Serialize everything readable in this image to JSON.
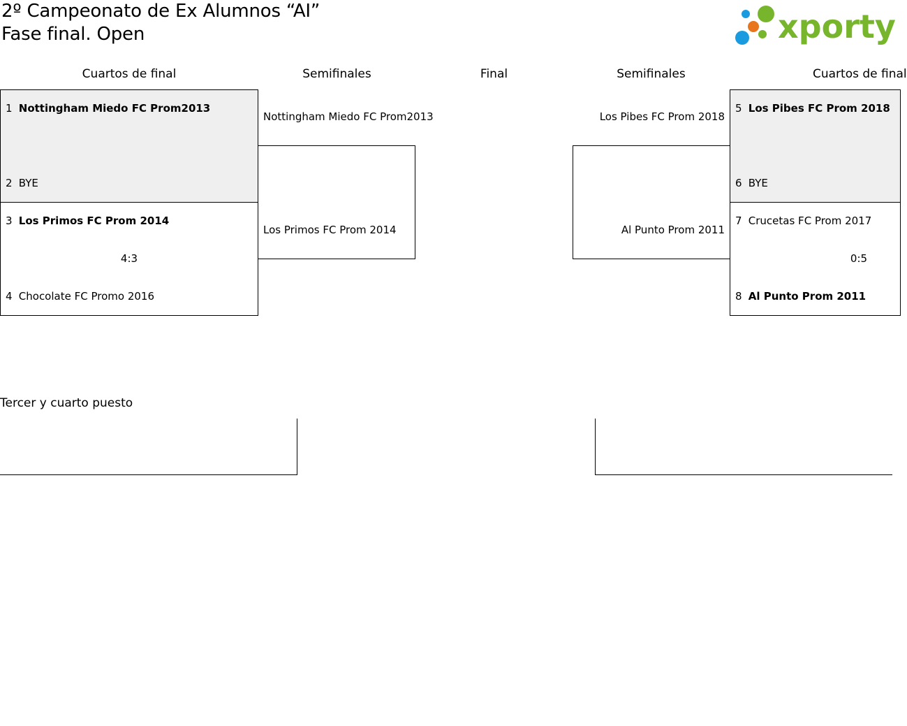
{
  "header": {
    "title_line1": "2º Campeonato de Ex Alumnos “AI”",
    "title_line2": "Fase final. Open",
    "logo_text": "xporty",
    "logo_colors": {
      "green": "#77b52c",
      "blue": "#1a9be0",
      "orange": "#e8741c"
    }
  },
  "rounds": {
    "left_quarters": "Cuartos de final",
    "left_semis": "Semifinales",
    "final": "Final",
    "right_semis": "Semifinales",
    "right_quarters": "Cuartos de final"
  },
  "quarters_left": [
    {
      "top": {
        "seed": "1",
        "name": "Nottingham Miedo FC Prom2013",
        "winner": true
      },
      "bottom": {
        "seed": "2",
        "name": "BYE",
        "winner": false
      },
      "score": ""
    },
    {
      "top": {
        "seed": "3",
        "name": "Los Primos FC Prom 2014",
        "winner": true
      },
      "bottom": {
        "seed": "4",
        "name": "Chocolate FC Promo 2016",
        "winner": false
      },
      "score": "4:3"
    }
  ],
  "quarters_right": [
    {
      "top": {
        "seed": "5",
        "name": "Los Pibes FC Prom 2018",
        "winner": true
      },
      "bottom": {
        "seed": "6",
        "name": "BYE",
        "winner": false
      },
      "score": ""
    },
    {
      "top": {
        "seed": "7",
        "name": "Crucetas FC Prom 2017",
        "winner": false
      },
      "bottom": {
        "seed": "8",
        "name": "Al Punto Prom 2011",
        "winner": true
      },
      "score": "0:5"
    }
  ],
  "semis_left": {
    "top": "Nottingham Miedo FC Prom2013",
    "bottom": "Los Primos FC Prom 2014"
  },
  "semis_right": {
    "top": "Los Pibes FC Prom 2018",
    "bottom": "Al Punto Prom 2011"
  },
  "third_place": {
    "label": "Tercer y cuarto puesto"
  }
}
